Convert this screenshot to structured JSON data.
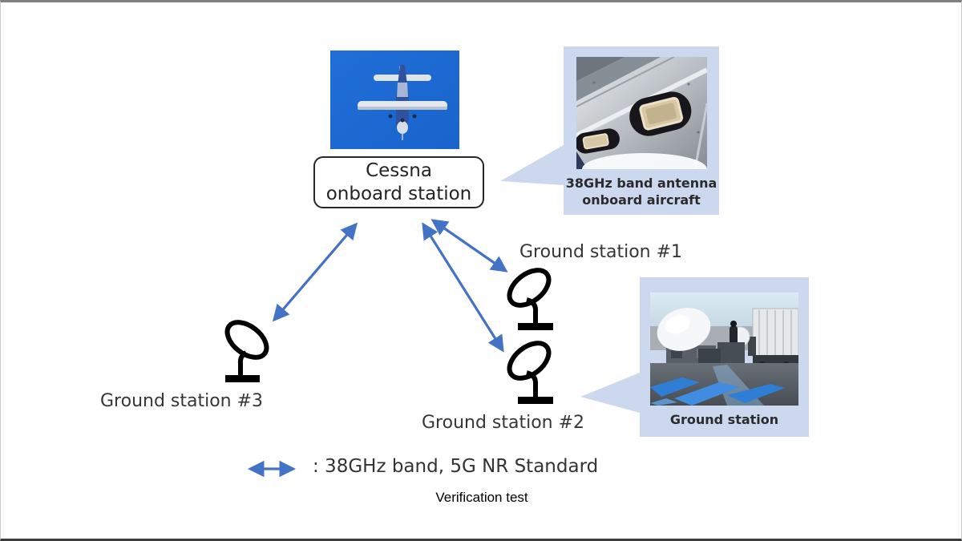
{
  "diagram": {
    "title_caption": "Verification test",
    "cessna": {
      "photo": "cessna-aircraft-in-blue-sky",
      "label_line1": "Cessna",
      "label_line2": "onboard station"
    },
    "antenna_callout": {
      "photo": "antenna-under-aircraft-fuselage",
      "caption_line1": "38GHz band antenna",
      "caption_line2": "onboard aircraft"
    },
    "ground_callout": {
      "photo": "ground-station-equipment-outdoors",
      "caption": "Ground station"
    },
    "ground_stations": [
      {
        "id": "gs1",
        "label": "Ground station #1"
      },
      {
        "id": "gs2",
        "label": "Ground station #2"
      },
      {
        "id": "gs3",
        "label": "Ground station #3"
      }
    ],
    "links": [
      {
        "from": "cessna-onboard-station",
        "to": "ground-station-1",
        "type": "38GHz band, 5G NR Standard"
      },
      {
        "from": "cessna-onboard-station",
        "to": "ground-station-2",
        "type": "38GHz band, 5G NR Standard"
      },
      {
        "from": "cessna-onboard-station",
        "to": "ground-station-3",
        "type": "38GHz band, 5G NR Standard"
      }
    ],
    "legend": {
      "arrow_icon": "double-headed-arrow",
      "label": ": 38GHz band, 5G NR Standard"
    },
    "colors": {
      "arrow_blue": "#4472c4",
      "callout_bg": "#ccd8ee",
      "dish_icon": "#000000",
      "sky_blue": "#1b69d4",
      "label_text": "#363636"
    }
  }
}
